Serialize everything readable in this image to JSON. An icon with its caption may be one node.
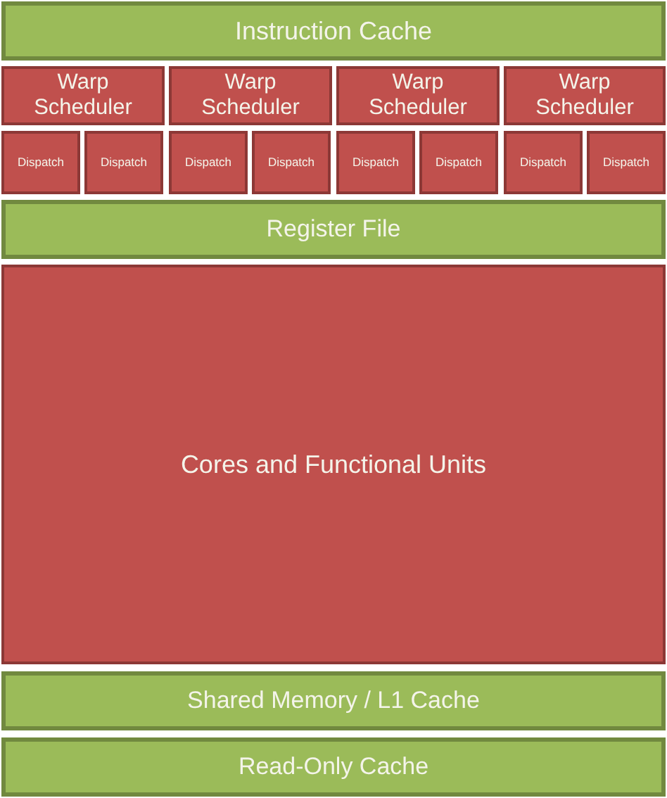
{
  "diagram": {
    "nodes": [
      {
        "text": [
          "Instruction Cache"
        ]
      },
      {
        "text": [
          "Warp Scheduler"
        ]
      },
      {
        "text": [
          "Warp Scheduler"
        ]
      },
      {
        "text": [
          "Warp Scheduler"
        ]
      },
      {
        "text": [
          "Warp Scheduler"
        ]
      },
      {
        "text": [
          "Dispatch"
        ]
      },
      {
        "text": [
          "Dispatch"
        ]
      },
      {
        "text": [
          "Dispatch"
        ]
      },
      {
        "text": [
          "Dispatch"
        ]
      },
      {
        "text": [
          "Dispatch"
        ]
      },
      {
        "text": [
          "Dispatch"
        ]
      },
      {
        "text": [
          "Dispatch"
        ]
      },
      {
        "text": [
          "Dispatch"
        ]
      },
      {
        "text": [
          "Register File"
        ]
      },
      {
        "text": [
          "Cores and Functional Units"
        ]
      },
      {
        "text": [
          "Shared Memory / L1 Cache"
        ]
      },
      {
        "text": [
          "Read-Only Cache"
        ]
      }
    ]
  }
}
